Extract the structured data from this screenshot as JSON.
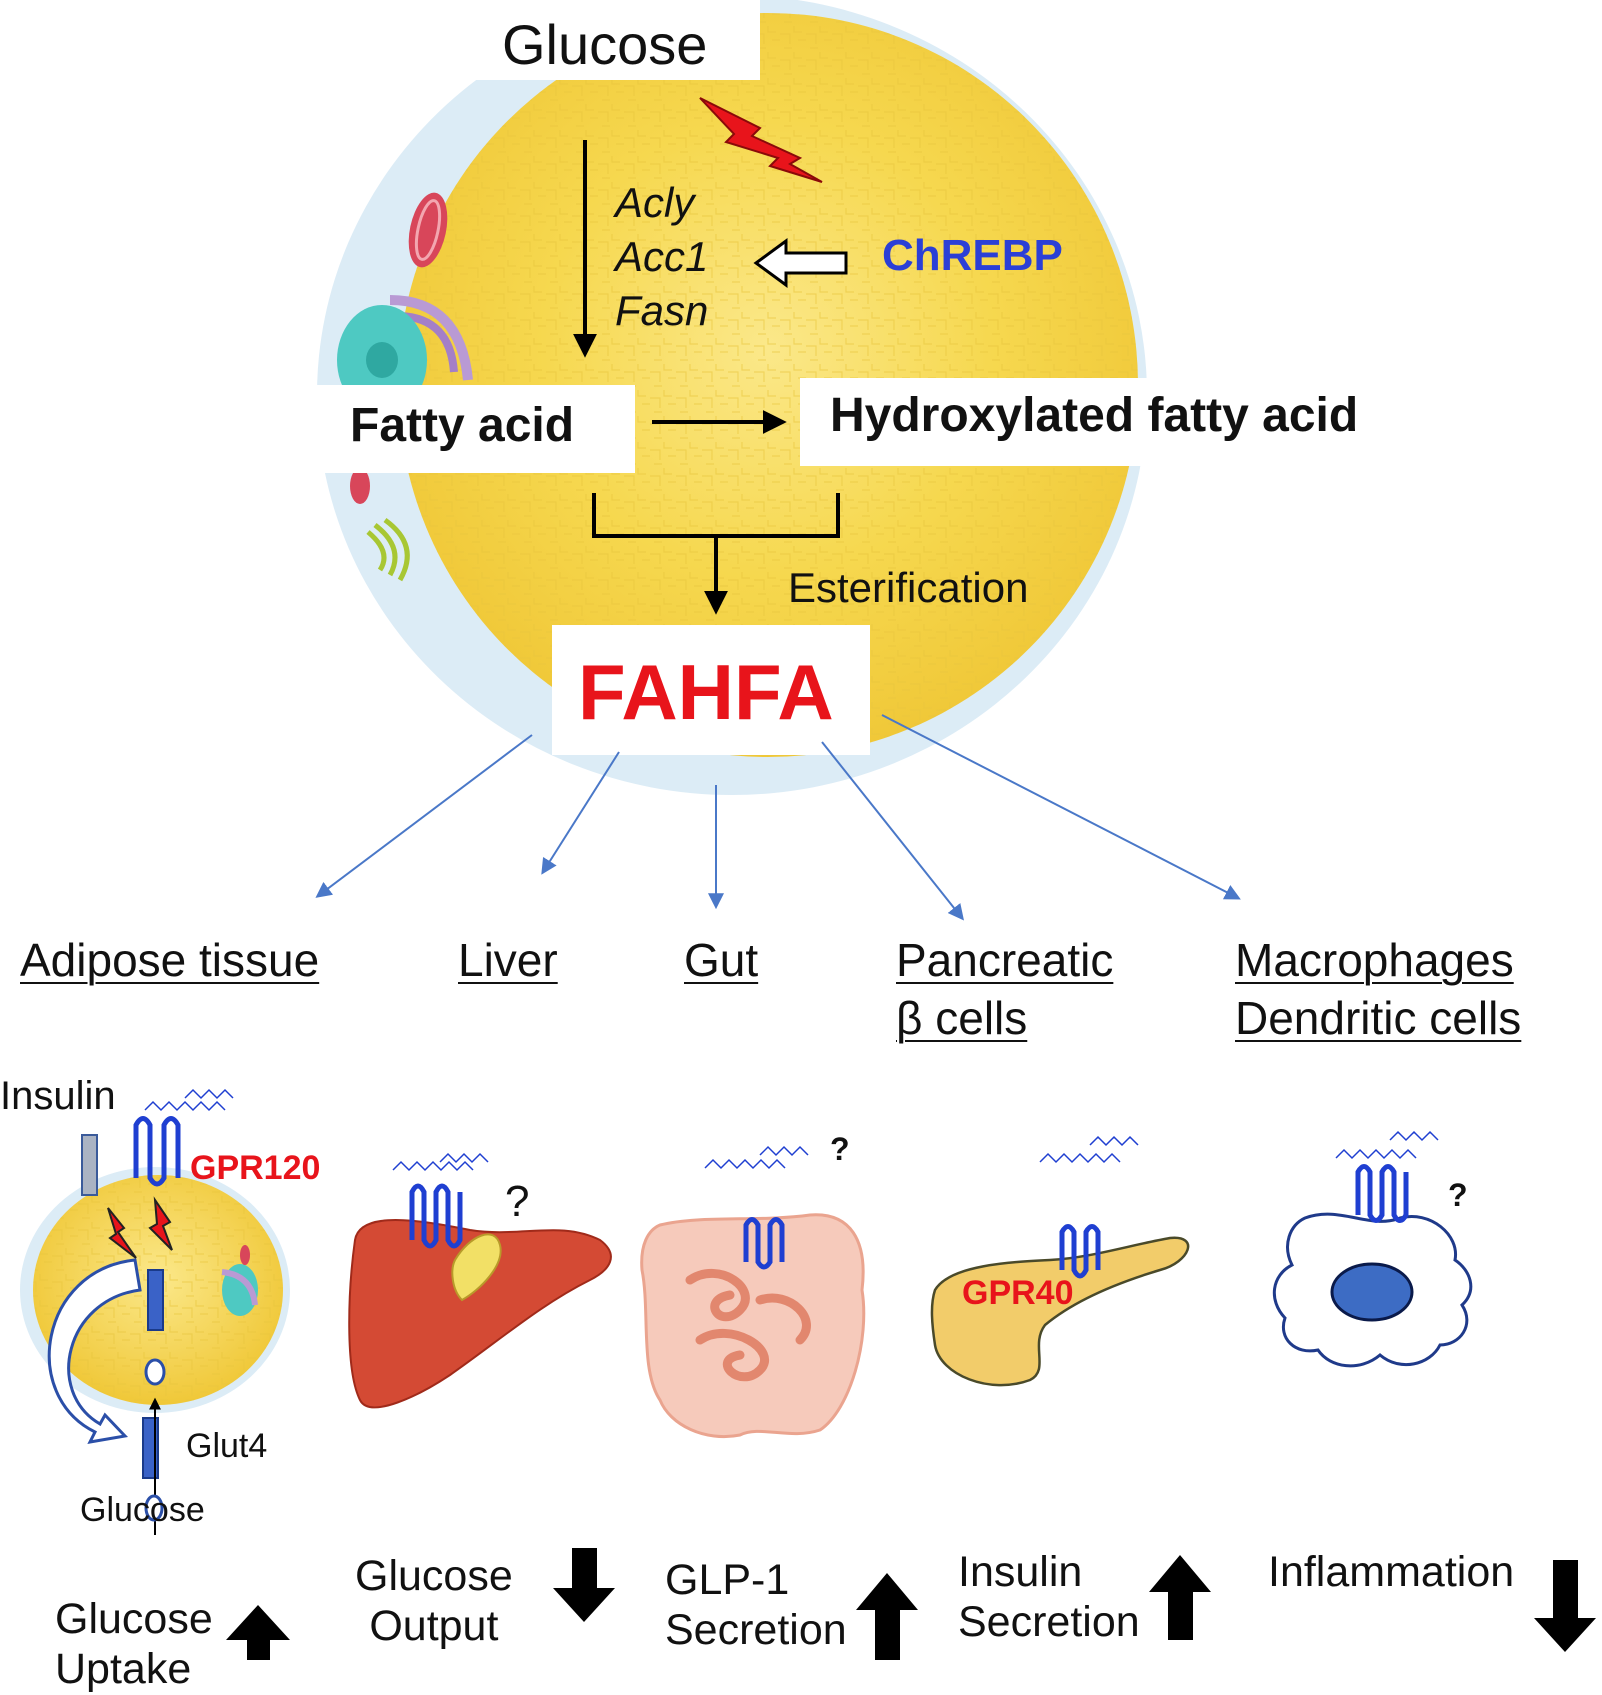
{
  "pathway": {
    "glucose": "Glucose",
    "enzymes": [
      "Acly",
      "Acc1",
      "Fasn"
    ],
    "chrebp": "ChREBP",
    "fatty_acid": "Fatty acid",
    "hydroxylated": "Hydroxylated fatty acid",
    "esterification": "Esterification",
    "fahfa": "FAHFA"
  },
  "tissues": {
    "adipose": "Adipose tissue",
    "liver": "Liver",
    "gut": "Gut",
    "pancreatic_line1": "Pancreatic",
    "pancreatic_line2": "β cells",
    "immune_line1": "Macrophages",
    "immune_line2": "Dendritic cells"
  },
  "adipocyte": {
    "insulin": "Insulin",
    "gpr120": "GPR120",
    "glut4": "Glut4",
    "glucose": "Glucose"
  },
  "receptors": {
    "gpr40": "GPR40",
    "question": "?"
  },
  "effects": {
    "glucose_uptake": [
      "Glucose",
      "Uptake"
    ],
    "glucose_output": [
      "Glucose",
      "Output"
    ],
    "glp1": [
      "GLP-1",
      "Secretion"
    ],
    "insulin_secretion": [
      "Insulin",
      "Secretion"
    ],
    "inflammation": "Inflammation"
  },
  "colors": {
    "fahfa_red": "#e8141b",
    "chrebp_blue": "#2b3fd6",
    "receptor_blue": "#1f3fd1",
    "arrow_blue": "#4a78c8",
    "cell_yellow": "#f5d24a"
  }
}
